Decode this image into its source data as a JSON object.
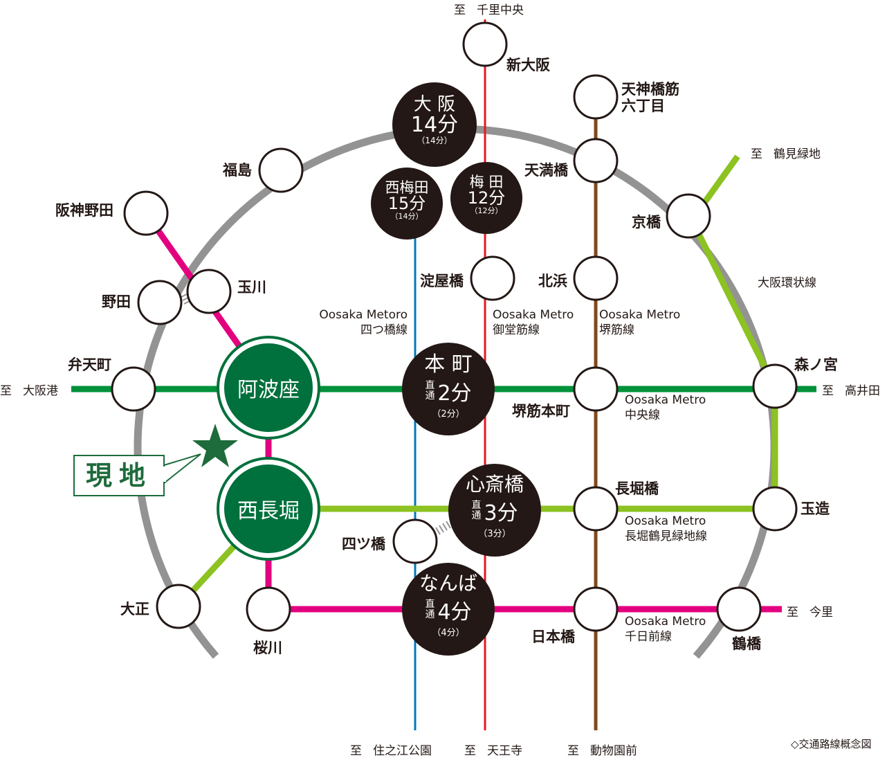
{
  "stations": {
    "shin_osaka": "新大阪",
    "tenjinbashisuji_1": "天神橋筋",
    "tenjinbashisuji_2": "六丁目",
    "fukushima": "福島",
    "tenma": "天満橋",
    "hanshin_noda": "阪神野田",
    "kyobashi": "京橋",
    "tamagawa": "玉川",
    "noda": "野田",
    "yodoyabashi": "淀屋橋",
    "kitahama": "北浜",
    "bentencho": "弁天町",
    "morinomiya": "森ノ宮",
    "sakaisuji_honmachi": "堺筋本町",
    "nagahoribashi": "長堀橋",
    "tamatsukuri": "玉造",
    "yotsubashi": "四ツ橋",
    "taisho": "大正",
    "sakuragawa": "桜川",
    "nipponbashi": "日本橋",
    "tsuruhashi": "鶴橋"
  },
  "major": {
    "osaka": {
      "name": "大 阪",
      "time": "14分",
      "sub": "（14分）"
    },
    "umeda": {
      "name": "梅 田",
      "time": "12分",
      "sub": "（12分）"
    },
    "nishiumeda": {
      "name": "西梅田",
      "time": "15分",
      "sub": "（14分）"
    },
    "honmachi": {
      "name": "本 町",
      "direct": "直通",
      "time": "2分",
      "sub": "（2分）"
    },
    "shinsaibashi": {
      "name": "心斎橋",
      "direct": "直通",
      "time": "3分",
      "sub": "（3分）"
    },
    "namba": {
      "name": "なんば",
      "direct": "直通",
      "time": "4分",
      "sub": "（4分）"
    },
    "awaza": "阿波座",
    "nishinagahori": "西長堀"
  },
  "site_label": "現地",
  "lines": {
    "yotsubashi_1": "Oosaka Metoro",
    "yotsubashi_2": "四つ橋線",
    "midosuji_1": "Oosaka Metro",
    "midosuji_2": "御堂筋線",
    "sakaisuji_1": "Oosaka Metro",
    "sakaisuji_2": "堺筋線",
    "chuo_1": "Oosaka Metro",
    "chuo_2": "中央線",
    "nagahori_1": "Oosaka Metro",
    "nagahori_2": "長堀鶴見緑地線",
    "sennichimae_1": "Oosaka Metro",
    "sennichimae_2": "千日前線",
    "loop": "大阪環状線"
  },
  "destinations": {
    "to": "至",
    "senri": "千里中央",
    "tsurumi": "鶴見緑地",
    "osakako": "大阪港",
    "takaida": "高井田",
    "imazato": "今里",
    "suminoe": "住之江公園",
    "tennoji": "天王寺",
    "dobutsuen": "動物園前"
  },
  "note": "◇交通路線概念図",
  "colors": {
    "loop": "#939393",
    "midosuji": "#e5171f",
    "yotsubashi": "#0078ba",
    "sakaisuji": "#814a1b",
    "chuo": "#00913a",
    "nagahori": "#8cc221",
    "sennichimae": "#e3007f",
    "station_dark": "#231815",
    "site_green": "#00703c"
  }
}
